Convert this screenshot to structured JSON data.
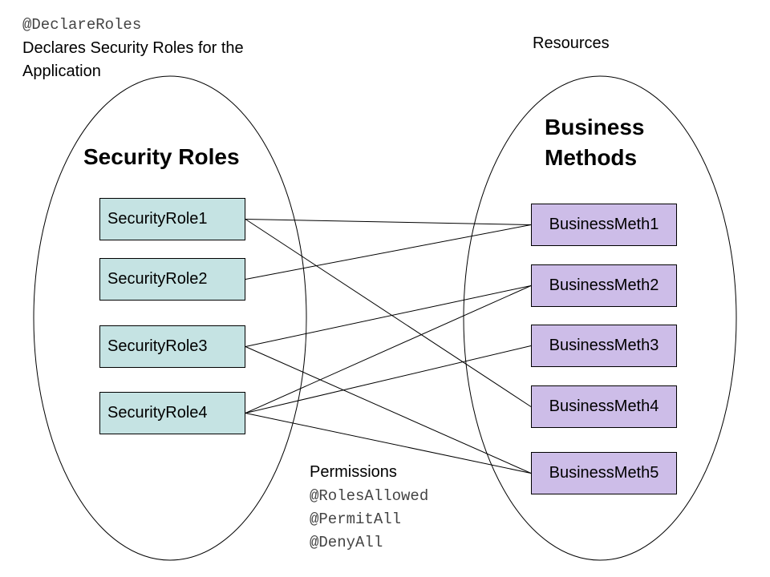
{
  "annotation": {
    "code": "@DeclareRoles",
    "description_line1": "Declares Security Roles for the",
    "description_line2": "Application"
  },
  "resources_label": "Resources",
  "left_group": {
    "title": "Security Roles"
  },
  "right_group": {
    "title_line1": "Business",
    "title_line2": "Methods"
  },
  "roles": [
    "SecurityRole1",
    "SecurityRole2",
    "SecurityRole3",
    "SecurityRole4"
  ],
  "methods": [
    "BusinessMeth1",
    "BusinessMeth2",
    "BusinessMeth3",
    "BusinessMeth4",
    "BusinessMeth5"
  ],
  "connections": [
    {
      "role": 1,
      "method": 1
    },
    {
      "role": 1,
      "method": 4
    },
    {
      "role": 2,
      "method": 1
    },
    {
      "role": 3,
      "method": 2
    },
    {
      "role": 3,
      "method": 5
    },
    {
      "role": 4,
      "method": 2
    },
    {
      "role": 4,
      "method": 3
    },
    {
      "role": 4,
      "method": 5
    }
  ],
  "permissions": {
    "label": "Permissions",
    "annotations": [
      "@RolesAllowed",
      "@PermitAll",
      "@DenyAll"
    ]
  },
  "colors": {
    "role_fill": "#c5e3e3",
    "method_fill": "#cdbde8",
    "line": "#000000",
    "code_text": "#444444"
  }
}
